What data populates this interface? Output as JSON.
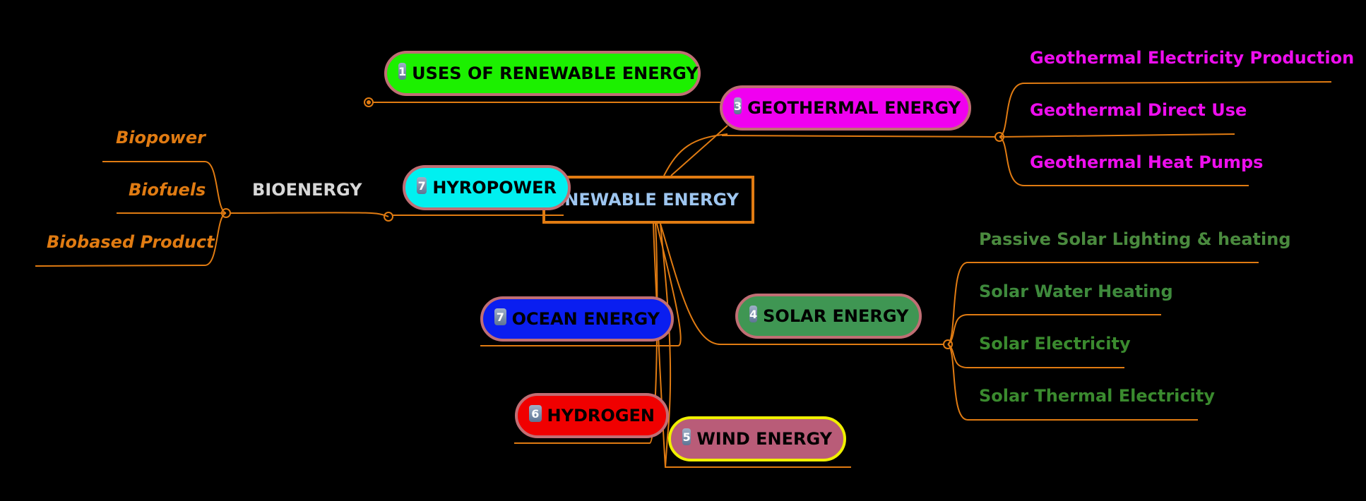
{
  "central": {
    "label": "ENEWABLE ENERGY"
  },
  "colors": {
    "line": "#e07b12",
    "uses": "#1cf000",
    "geothermal": "#f000f0",
    "hydropower": "#00f0f0",
    "ocean": "#0a1ef0",
    "hydrogen": "#f00000",
    "wind": "#b95c78",
    "solar": "#3f9653",
    "geo_text": "#ee0eee",
    "solar_text": "#3e8a3c",
    "bio_text": "#e07b12"
  },
  "topics": {
    "uses": {
      "badge": "1",
      "label": "USES OF RENEWABLE ENERGY"
    },
    "geothermal": {
      "badge": "3",
      "label": "GEOTHERMAL ENERGY"
    },
    "hydropower": {
      "badge": "7",
      "label": "HYROPOWER"
    },
    "ocean": {
      "badge": "7",
      "label": "OCEAN ENERGY"
    },
    "hydrogen": {
      "badge": "6",
      "label": "HYDROGEN"
    },
    "wind": {
      "badge": "5",
      "label": "WIND ENERGY"
    },
    "solar": {
      "badge": "4",
      "label": "SOLAR ENERGY"
    },
    "bioenergy": {
      "label": "BIOENERGY"
    }
  },
  "geothermal_children": [
    "Geothermal Electricity Production",
    "Geothermal Direct Use",
    "Geothermal Heat Pumps"
  ],
  "solar_children": [
    "Passive Solar Lighting & heating",
    "Solar Water Heating",
    "Solar Electricity",
    "Solar Thermal Electricity"
  ],
  "bio_children": [
    "Biopower",
    "Biofuels",
    "Biobased Product"
  ]
}
